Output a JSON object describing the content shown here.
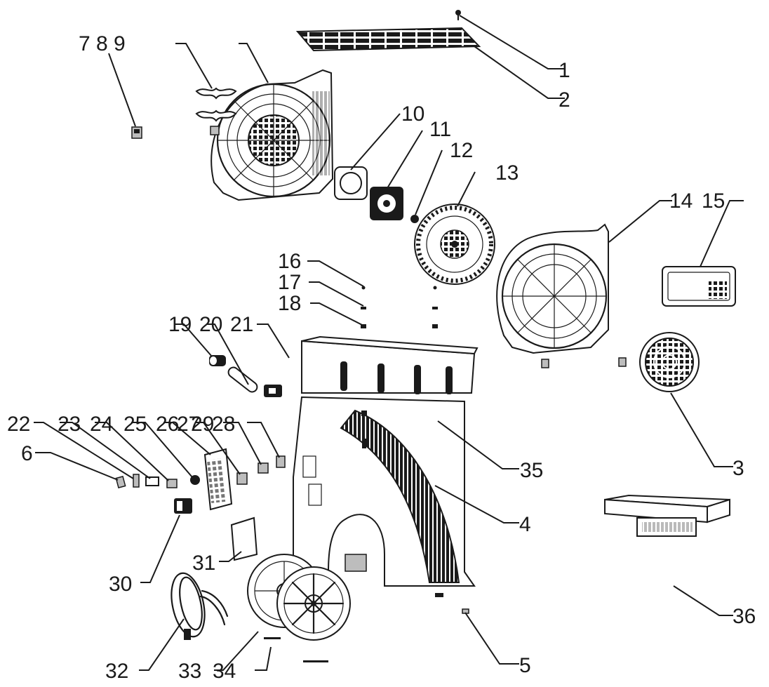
{
  "diagram": {
    "callouts": [
      {
        "id": "1",
        "text": "1"
      },
      {
        "id": "2",
        "text": "2"
      },
      {
        "id": "3",
        "text": "3"
      },
      {
        "id": "4",
        "text": "4"
      },
      {
        "id": "5",
        "text": "5"
      },
      {
        "id": "6",
        "text": "6"
      },
      {
        "id": "789",
        "text": "7 8 9"
      },
      {
        "id": "10",
        "text": "10"
      },
      {
        "id": "11",
        "text": "11"
      },
      {
        "id": "12",
        "text": "12"
      },
      {
        "id": "13",
        "text": "13"
      },
      {
        "id": "14",
        "text": "14"
      },
      {
        "id": "15",
        "text": "15"
      },
      {
        "id": "16",
        "text": "16"
      },
      {
        "id": "17",
        "text": "17"
      },
      {
        "id": "18",
        "text": "18"
      },
      {
        "id": "19",
        "text": "19"
      },
      {
        "id": "20",
        "text": "20"
      },
      {
        "id": "21",
        "text": "21"
      },
      {
        "id": "22",
        "text": "22"
      },
      {
        "id": "23",
        "text": "23"
      },
      {
        "id": "24",
        "text": "24"
      },
      {
        "id": "25",
        "text": "25"
      },
      {
        "id": "26",
        "text": "26"
      },
      {
        "id": "27",
        "text": "27"
      },
      {
        "id": "29",
        "text": "29"
      },
      {
        "id": "28",
        "text": "28"
      },
      {
        "id": "30",
        "text": "30"
      },
      {
        "id": "31",
        "text": "31"
      },
      {
        "id": "32",
        "text": "32"
      },
      {
        "id": "33",
        "text": "33"
      },
      {
        "id": "34",
        "text": "34"
      },
      {
        "id": "35",
        "text": "35"
      },
      {
        "id": "36",
        "text": "36"
      }
    ]
  }
}
